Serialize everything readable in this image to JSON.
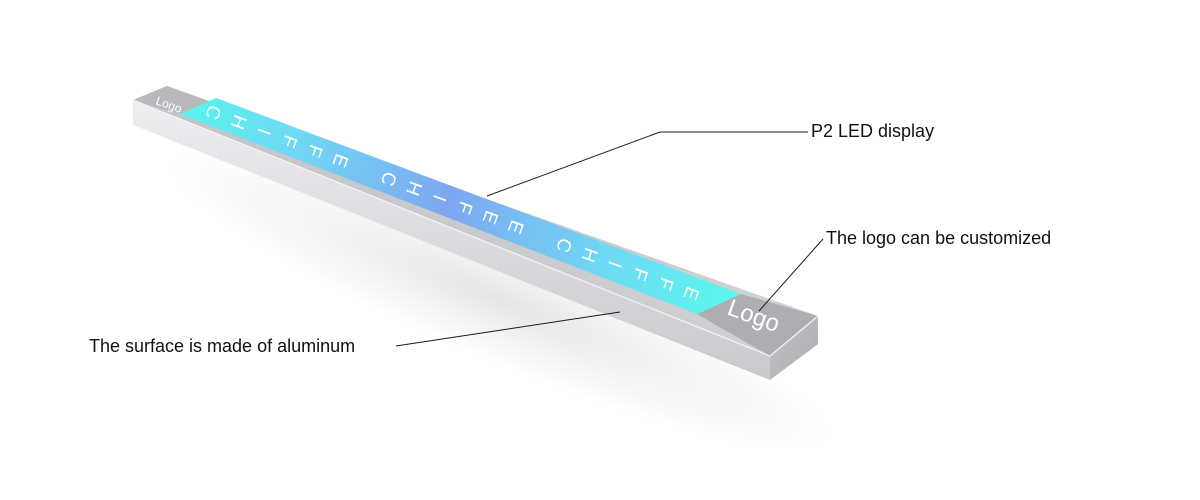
{
  "product": {
    "display_text": [
      "C",
      "H",
      "I",
      "F",
      "F",
      "E",
      "C",
      "H",
      "I",
      "F",
      "E",
      "E",
      "C",
      "H",
      "I",
      "F",
      "F",
      "E"
    ],
    "logo_left": "Logo",
    "logo_right": "Logo"
  },
  "callouts": {
    "led_display": "P2 LED display",
    "logo_custom": "The logo can be customized",
    "surface": "The surface is made of aluminum"
  },
  "colors": {
    "background": "#ffffff",
    "aluminum_top": "#c9cbcd",
    "aluminum_side": "#dfe1e3",
    "aluminum_end": "#b9bbbe",
    "led_cyan": "#5ef3ee",
    "led_blue": "#7fa8f2",
    "leader_line": "#1a1a1a"
  }
}
